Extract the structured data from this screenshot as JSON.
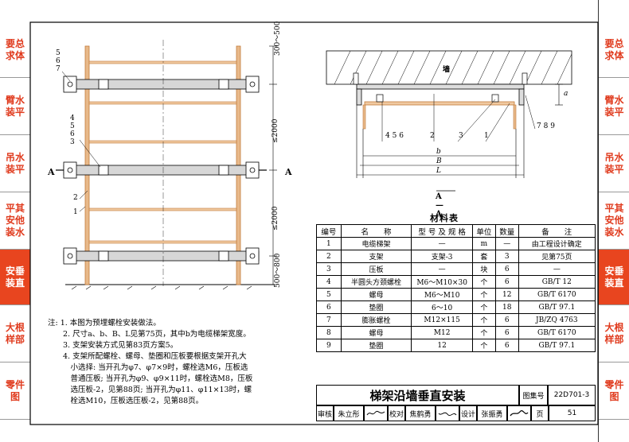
{
  "side_tabs_left": [
    {
      "label": "要总求体",
      "active": false
    },
    {
      "label": "臂水装平",
      "active": false
    },
    {
      "label": "吊水装平",
      "active": false
    },
    {
      "label": "平其安他装水",
      "active": false
    },
    {
      "label": "安垂装直",
      "active": true
    },
    {
      "label": "大根样部",
      "active": false
    },
    {
      "label": "零件图",
      "active": false
    }
  ],
  "side_tabs_right": [
    {
      "label": "要总求体",
      "active": false
    },
    {
      "label": "臂水装平",
      "active": false
    },
    {
      "label": "吊水装平",
      "active": false
    },
    {
      "label": "平其安他装水",
      "active": false
    },
    {
      "label": "安垂装直",
      "active": true
    },
    {
      "label": "大根样部",
      "active": false
    },
    {
      "label": "零件图",
      "active": false
    }
  ],
  "elevation": {
    "section_mark_left": "A",
    "section_mark_right": "A",
    "dims": [
      "300～500",
      "≤2000",
      "≤2000",
      "500～800"
    ],
    "callouts_top": [
      "5",
      "6",
      "7"
    ],
    "callouts_mid": [
      "4",
      "5",
      "6",
      "3"
    ],
    "callouts_low": [
      "2",
      "1"
    ]
  },
  "section": {
    "wall_label": "墙",
    "section_title": "A—A",
    "dim_a": "a",
    "dim_b": "b",
    "dim_B": "B",
    "dim_L": "L",
    "callouts": [
      "4",
      "5",
      "6",
      "2",
      "3",
      "1",
      "7",
      "8",
      "9"
    ]
  },
  "materials": {
    "title": "材料表",
    "headers": [
      "编号",
      "名　　称",
      "型 号 及 规 格",
      "单位",
      "数量",
      "备　　注"
    ],
    "rows": [
      [
        "1",
        "电缆梯架",
        "—",
        "m",
        "—",
        "由工程设计确定"
      ],
      [
        "2",
        "支架",
        "支架-3",
        "套",
        "3",
        "见第75页"
      ],
      [
        "3",
        "压板",
        "—",
        "块",
        "6",
        "—"
      ],
      [
        "4",
        "半圆头方颈螺栓",
        "M6～M10×30",
        "个",
        "6",
        "GB/T 12"
      ],
      [
        "5",
        "螺母",
        "M6～M10",
        "个",
        "12",
        "GB/T 6170"
      ],
      [
        "6",
        "垫圈",
        "6～10",
        "个",
        "18",
        "GB/T 97.1"
      ],
      [
        "7",
        "膨胀螺栓",
        "M12×115",
        "个",
        "6",
        "JB/ZQ 4763"
      ],
      [
        "8",
        "螺母",
        "M12",
        "个",
        "6",
        "GB/T 6170"
      ],
      [
        "9",
        "垫圈",
        "12",
        "个",
        "6",
        "GB/T 97.1"
      ]
    ]
  },
  "notes": [
    "注: 1. 本图为预埋螺栓安装做法。",
    "　　2. 尺寸a、b、B、L见第75页，其中b为电缆梯架宽度。",
    "　　3. 支架安装方式见第83页方案5。",
    "　　4. 支架所配螺栓、螺母、垫圈和压板要根据支架开孔大",
    "　　　小选择: 当开孔为φ7、φ7×9时，螺栓选M6，压板选",
    "　　　普通压板; 当开孔为φ9、φ9×11时，螺栓选M8，压板",
    "　　　选压板-2，见第88页; 当开孔为φ11、φ11×13时，螺",
    "　　　栓选M10，压板选压板-2，见第88页。"
  ],
  "title_block": {
    "title": "梯架沿墙垂直安装",
    "atlas_label": "图集号",
    "atlas_no": "22D701-3",
    "review_label": "审核",
    "reviewer": "朱立彤",
    "check_label": "校对",
    "checker": "焦鹤勇",
    "design_label": "设计",
    "designer": "张振勇",
    "page_label": "页",
    "page_no": "51"
  }
}
